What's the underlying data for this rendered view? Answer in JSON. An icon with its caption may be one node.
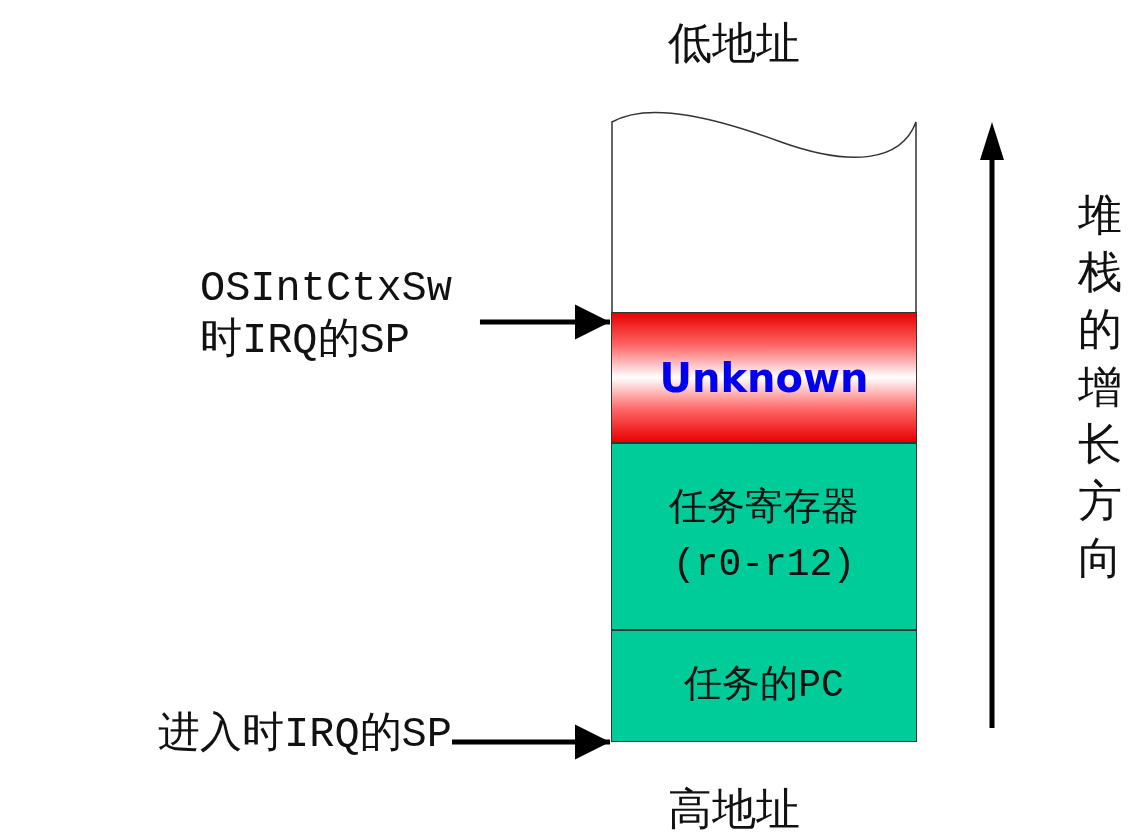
{
  "diagram": {
    "nodes": [
      {
        "text": [],
        "shape": "box"
      },
      {
        "text": [
          "Unknown"
        ]
      },
      {
        "text": [
          "任务寄存器",
          "(r0-r12)"
        ]
      },
      {
        "text": [
          "任务的PC"
        ]
      },
      {
        "text": [
          "OSIntCtxSw时IRQ的SP"
        ]
      },
      {
        "text": [
          "进入时IRQ的SP"
        ]
      }
    ],
    "edges": [
      {
        "from": 4,
        "to": 1,
        "arrow": "to"
      },
      {
        "from": 5,
        "to": 3,
        "arrow": "to"
      }
    ],
    "labels": [
      "低地址",
      "堆栈的增长方向",
      "高地址"
    ]
  }
}
